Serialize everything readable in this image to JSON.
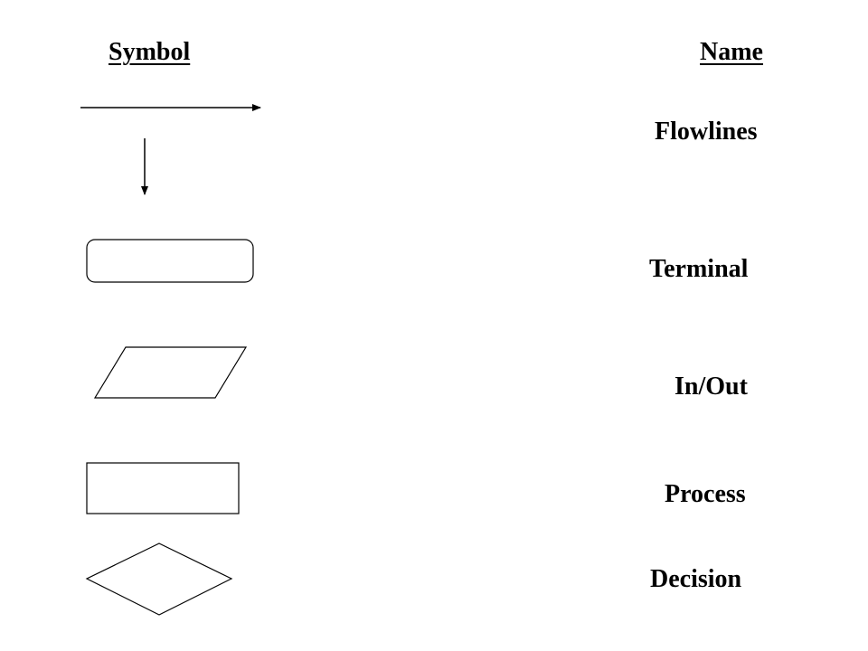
{
  "headers": {
    "symbol": "Symbol",
    "name": "Name"
  },
  "symbols": [
    {
      "id": "flowlines",
      "name": "Flowlines",
      "shape": "arrow-lines"
    },
    {
      "id": "terminal",
      "name": "Terminal",
      "shape": "rounded-rectangle"
    },
    {
      "id": "inout",
      "name": "In/Out",
      "shape": "parallelogram"
    },
    {
      "id": "process",
      "name": "Process",
      "shape": "rectangle"
    },
    {
      "id": "decision",
      "name": "Decision",
      "shape": "diamond"
    }
  ],
  "colors": {
    "stroke": "#000000",
    "background": "#ffffff"
  }
}
